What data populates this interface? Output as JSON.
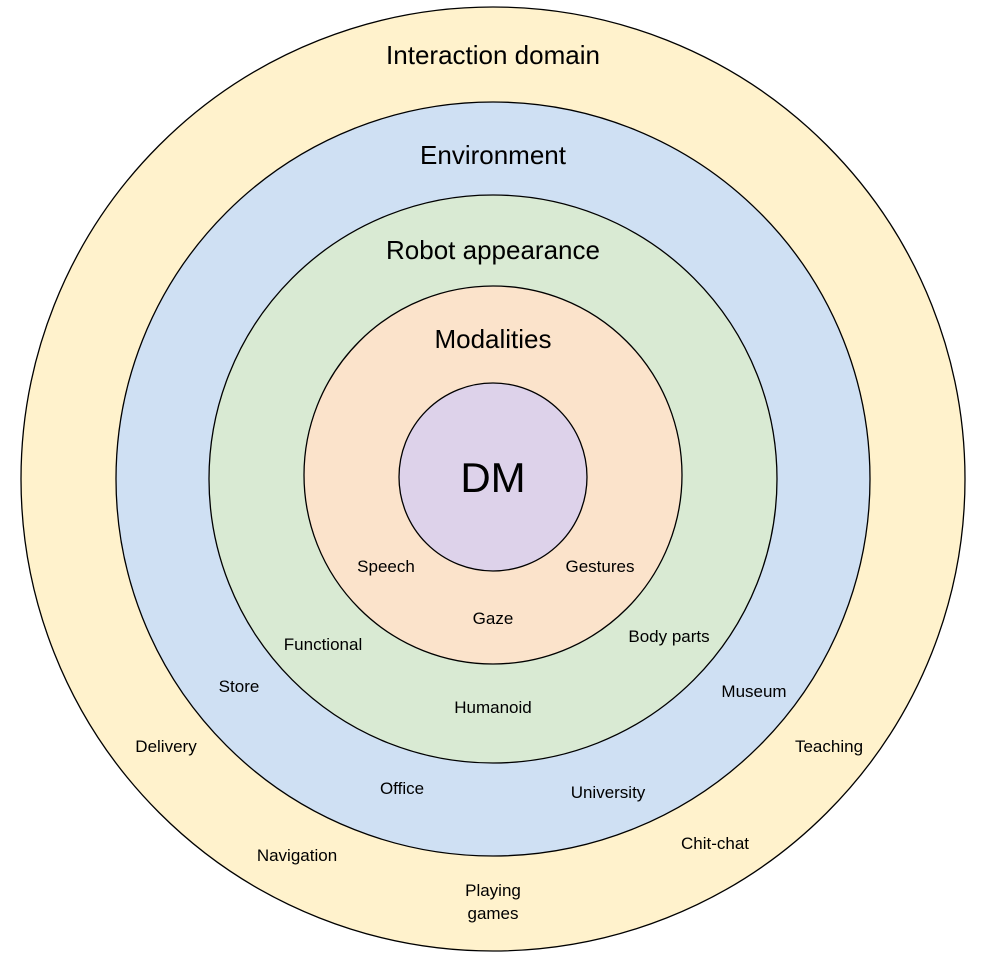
{
  "rings": {
    "interaction_domain": {
      "title": "Interaction domain",
      "fill": "#fff2cc",
      "items": {
        "delivery": "Delivery",
        "navigation": "Navigation",
        "playing_games_line1": "Playing",
        "playing_games_line2": "games",
        "chit_chat": "Chit-chat",
        "teaching": "Teaching"
      }
    },
    "environment": {
      "title": "Environment",
      "fill": "#cfe0f3",
      "items": {
        "store": "Store",
        "office": "Office",
        "university": "University",
        "museum": "Museum"
      }
    },
    "robot_appearance": {
      "title": "Robot appearance",
      "fill": "#d9ead3",
      "items": {
        "functional": "Functional",
        "humanoid": "Humanoid",
        "body_parts": "Body parts"
      }
    },
    "modalities": {
      "title": "Modalities",
      "fill": "#fbe3cb",
      "items": {
        "speech": "Speech",
        "gaze": "Gaze",
        "gestures": "Gestures"
      }
    },
    "core": {
      "title": "DM",
      "fill": "#ddd2ea"
    }
  }
}
